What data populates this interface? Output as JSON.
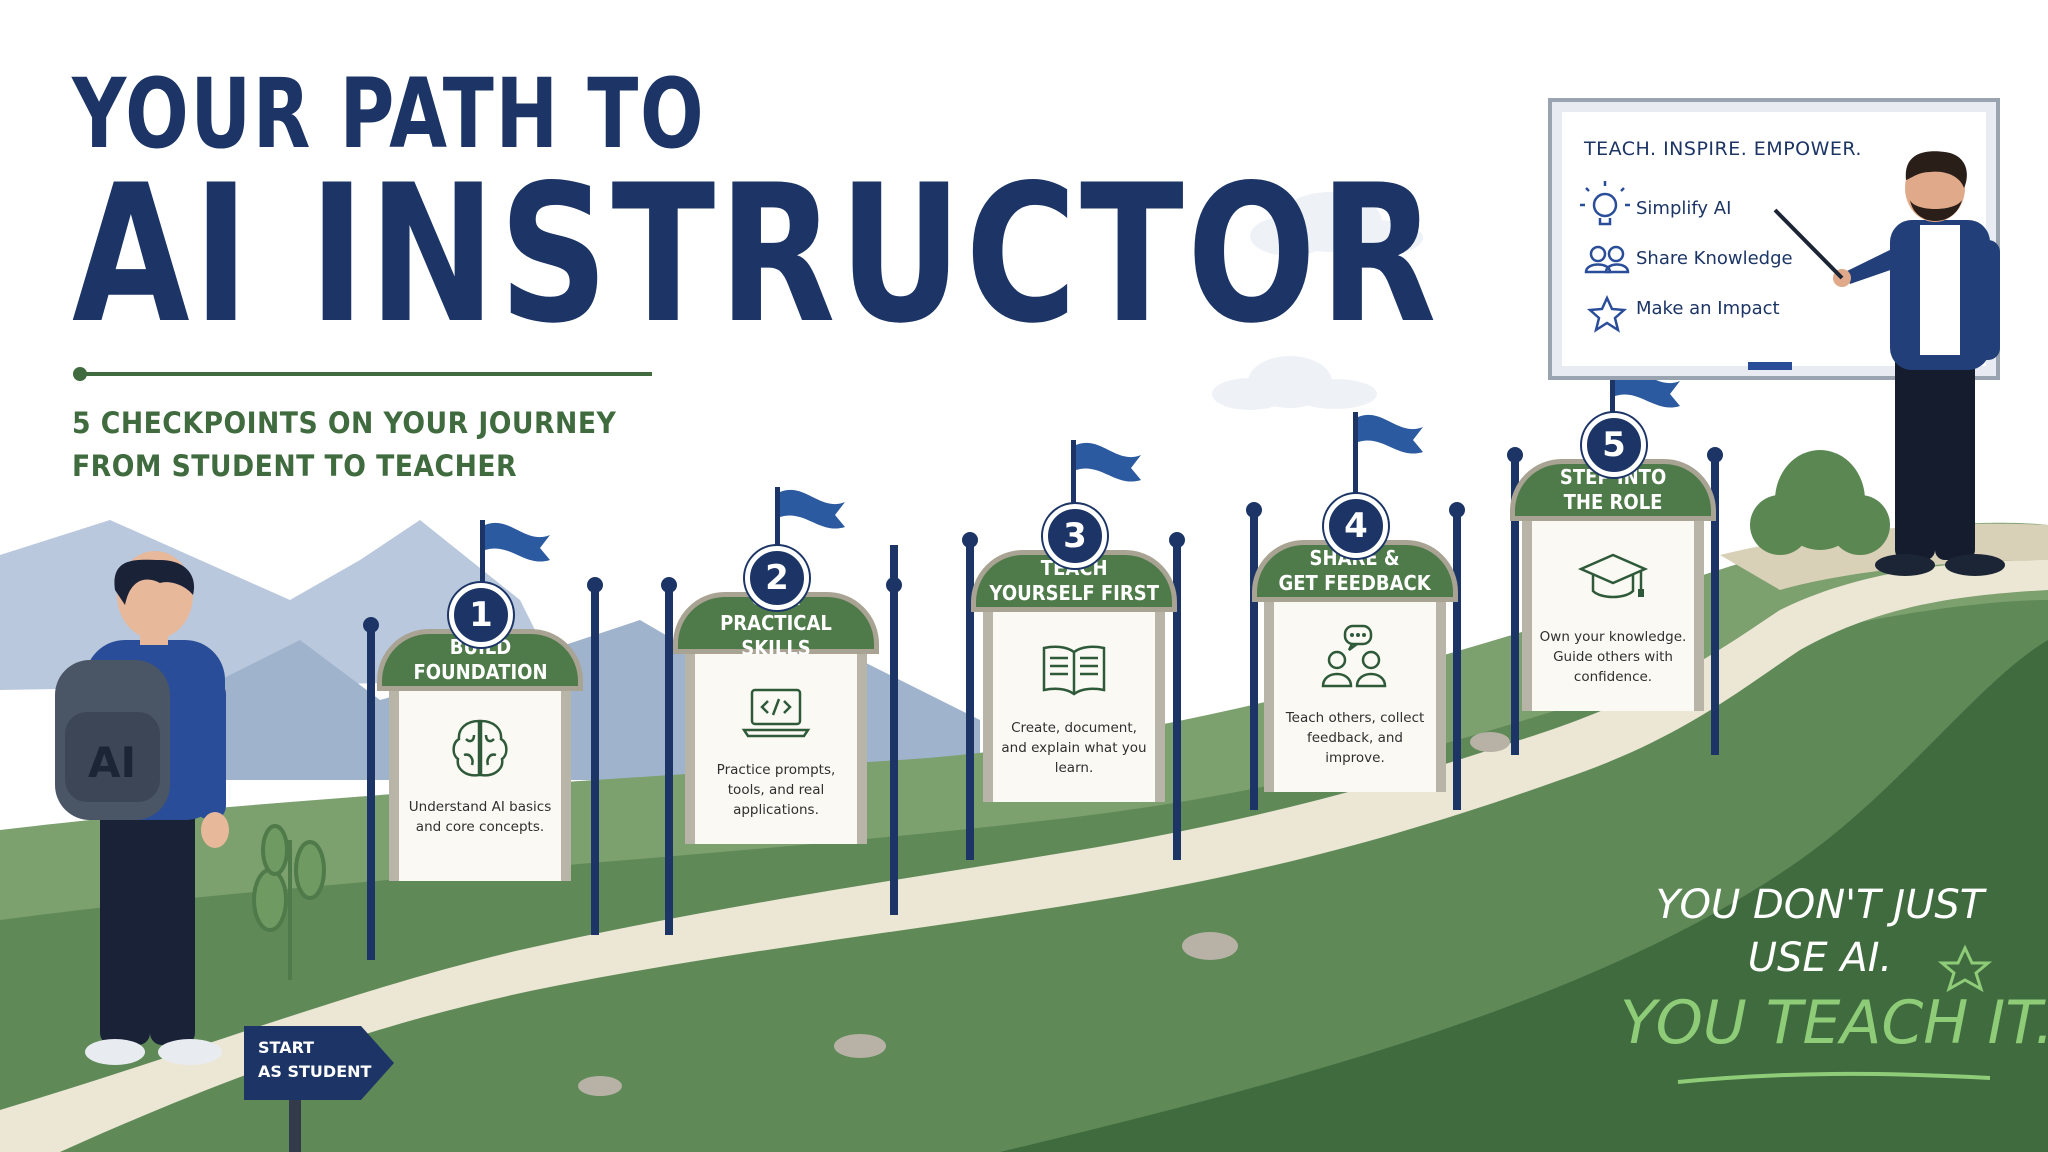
{
  "title": {
    "line1": "YOUR PATH TO",
    "line2": "AI INSTRUCTOR"
  },
  "subtitle": {
    "line1": "5 CHECKPOINTS ON YOUR JOURNEY",
    "line2": "FROM STUDENT TO TEACHER"
  },
  "checkpoints": [
    {
      "number": "1",
      "title": "BUILD\nFOUNDATION",
      "description": "Understand AI basics and core concepts.",
      "icon": "brain-icon"
    },
    {
      "number": "2",
      "title": "GAIN\nPRACTICAL SKILLS",
      "description": "Practice prompts, tools, and real applications.",
      "icon": "laptop-code-icon"
    },
    {
      "number": "3",
      "title": "TEACH\nYOURSELF FIRST",
      "description": "Create, document, and explain what you learn.",
      "icon": "open-book-icon"
    },
    {
      "number": "4",
      "title": "SHARE &\nGET FEEDBACK",
      "description": "Teach others, collect feedback, and improve.",
      "icon": "people-chat-icon"
    },
    {
      "number": "5",
      "title": "STEP INTO\nTHE ROLE",
      "description": "Own your knowledge. Guide others with confidence.",
      "icon": "graduation-cap-icon"
    }
  ],
  "whiteboard": {
    "heading": "TEACH. INSPIRE. EMPOWER.",
    "items": [
      {
        "label": "Simplify AI",
        "icon": "lightbulb-icon"
      },
      {
        "label": "Share Knowledge",
        "icon": "people-icon"
      },
      {
        "label": "Make an Impact",
        "icon": "star-icon"
      }
    ]
  },
  "tagline": {
    "line1": "YOU DON'T JUST",
    "line2": "USE AI.",
    "line3": "YOU TEACH IT."
  },
  "start_sign": "START\nAS STUDENT",
  "backpack_label": "AI",
  "colors": {
    "navy": "#1c3566",
    "green": "#4f7a4a",
    "light_green": "#8fcc78",
    "path": "#ece6d4"
  }
}
